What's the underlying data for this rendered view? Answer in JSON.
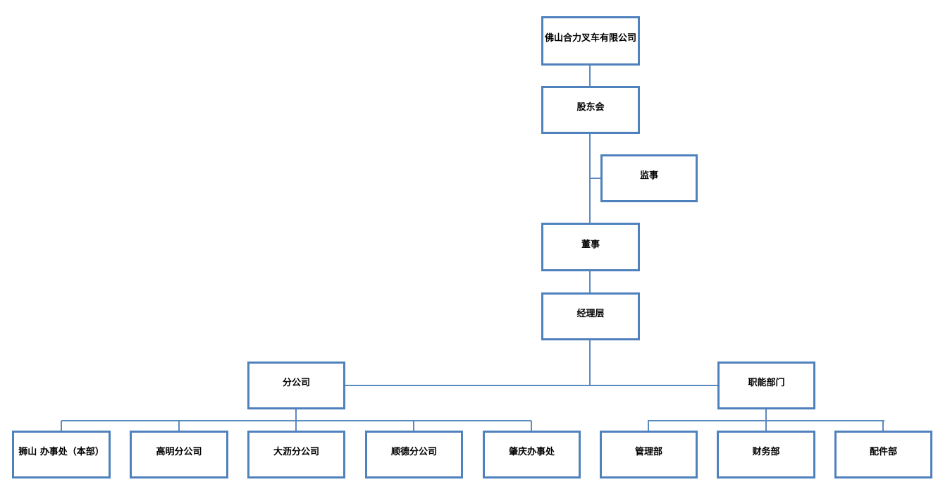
{
  "colors": {
    "border": "#4f81bd",
    "connector": "#5b8ac0",
    "text": "#000000",
    "canvas_bg": "#ffffff"
  },
  "org_chart": {
    "nodes": {
      "company": "佛山合力叉车有限公司",
      "shareholders": "股东会",
      "supervisor": "监事",
      "director": "董事",
      "management": "经理层",
      "branch": "分公司",
      "functional": "职能部门",
      "shishan": "狮山 办事处（本部）",
      "gaoming": "高明分公司",
      "dali": "大沥分公司",
      "shunde": "顺德分公司",
      "zhaoqing": "肇庆办事处",
      "admin": "管理部",
      "finance": "财务部",
      "parts": "配件部"
    },
    "edges": [
      [
        "company",
        "shareholders"
      ],
      [
        "shareholders",
        "supervisor"
      ],
      [
        "shareholders",
        "director"
      ],
      [
        "director",
        "management"
      ],
      [
        "management",
        "branch"
      ],
      [
        "management",
        "functional"
      ],
      [
        "branch",
        "shishan"
      ],
      [
        "branch",
        "gaoming"
      ],
      [
        "branch",
        "dali"
      ],
      [
        "branch",
        "shunde"
      ],
      [
        "branch",
        "zhaoqing"
      ],
      [
        "functional",
        "admin"
      ],
      [
        "functional",
        "finance"
      ],
      [
        "functional",
        "parts"
      ]
    ]
  }
}
